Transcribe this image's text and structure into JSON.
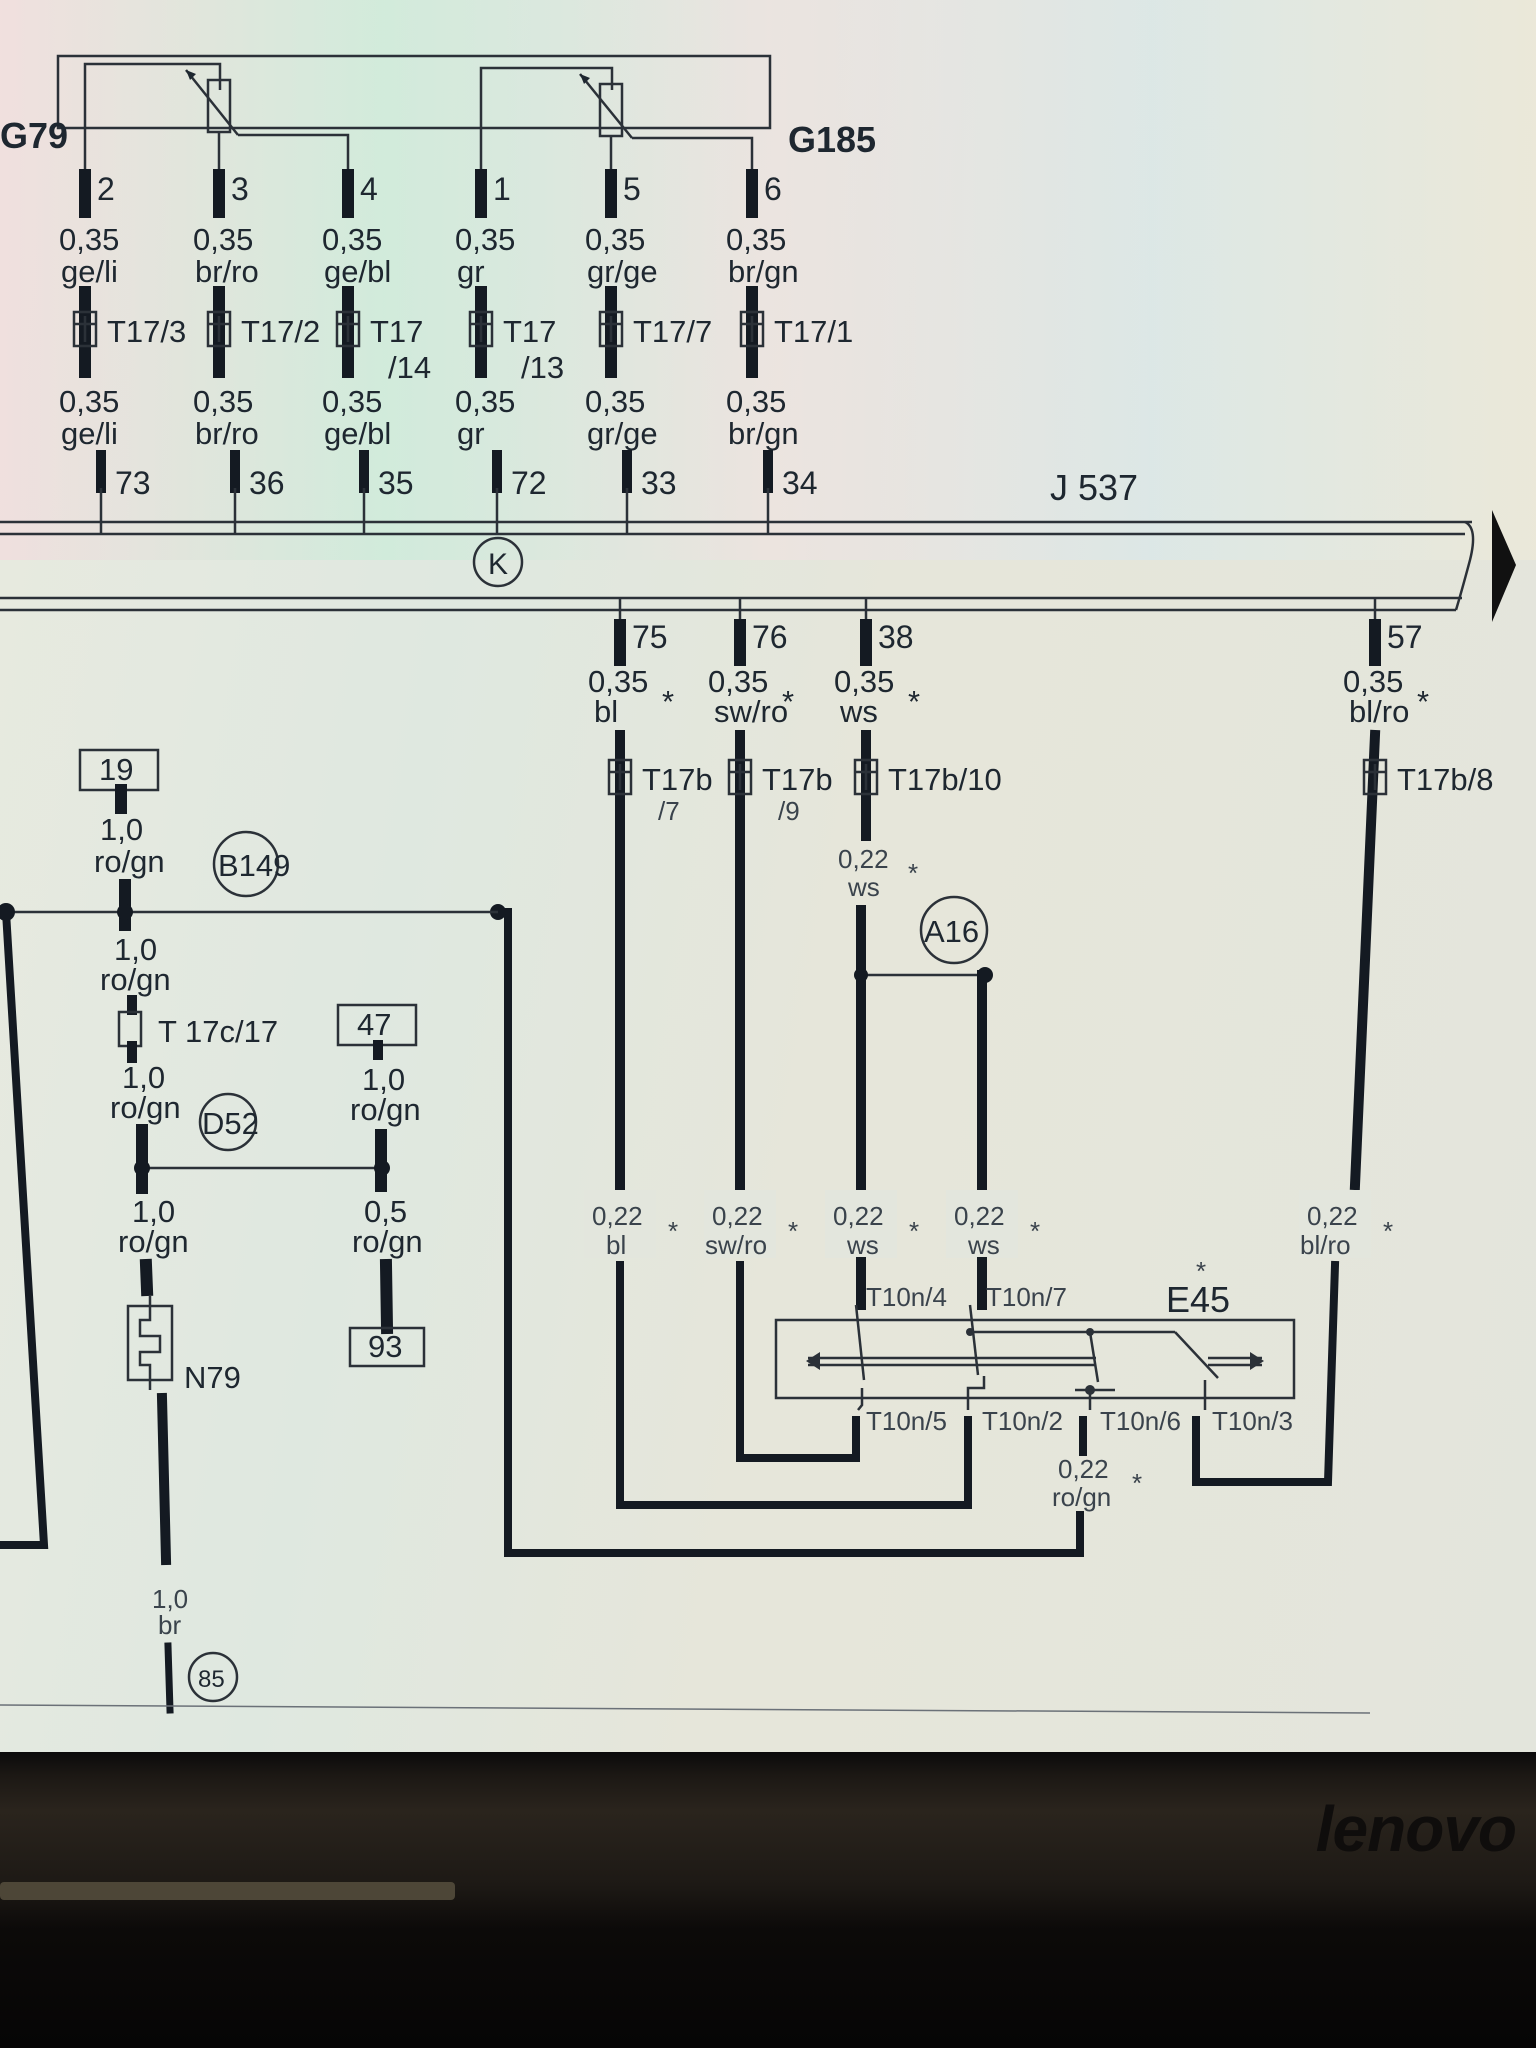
{
  "device": {
    "brand": "lenovo"
  },
  "diagram": {
    "components": {
      "sensor_left": "G79",
      "sensor_right": "G185",
      "control_unit": "J 537",
      "switch": "E45",
      "switch_star": "*",
      "heater": "N79",
      "ground_point": "85",
      "bus_symbol": "K"
    },
    "sensor_pins": [
      {
        "pin": "2",
        "size": "0,35",
        "color": "ge/li",
        "connector": "T17/3",
        "size2": "0,35",
        "color2": "ge/li",
        "ecu_pin": "73"
      },
      {
        "pin": "3",
        "size": "0,35",
        "color": "br/ro",
        "connector": "T17/2",
        "size2": "0,35",
        "color2": "br/ro",
        "ecu_pin": "36"
      },
      {
        "pin": "4",
        "size": "0,35",
        "color": "ge/bl",
        "connector": "T17",
        "connector_sub": "/14",
        "size2": "0,35",
        "color2": "ge/bl",
        "ecu_pin": "35"
      },
      {
        "pin": "1",
        "size": "0,35",
        "color": "gr",
        "connector": "T17",
        "connector_sub": "/13",
        "size2": "0,35",
        "color2": "gr",
        "ecu_pin": "72"
      },
      {
        "pin": "5",
        "size": "0,35",
        "color": "gr/ge",
        "connector": "T17/7",
        "size2": "0,35",
        "color2": "gr/ge",
        "ecu_pin": "33"
      },
      {
        "pin": "6",
        "size": "0,35",
        "color": "br/gn",
        "connector": "T17/1",
        "size2": "0,35",
        "color2": "br/gn",
        "ecu_pin": "34"
      }
    ],
    "ecu_outputs": [
      {
        "pin": "75",
        "size": "0,35",
        "color": "bl",
        "star": "*",
        "connector": "T17b",
        "connector_sub": "/7",
        "size2": "0,22",
        "color2": "bl"
      },
      {
        "pin": "76",
        "size": "0,35",
        "color": "sw/ro",
        "star": "*",
        "connector": "T17b",
        "connector_sub": "/9",
        "size2": "0,22",
        "color2": "sw/ro"
      },
      {
        "pin": "38",
        "size": "0,35",
        "color": "ws",
        "star": "*",
        "connector": "T17b/10",
        "size_mid": "0,22",
        "color_mid": "ws",
        "size2": "0,22",
        "color2": "ws"
      },
      {
        "pin": "57",
        "size": "0,35",
        "color": "bl/ro",
        "star": "*",
        "connector": "T17b/8",
        "size2": "0,22",
        "color2": "bl/ro"
      }
    ],
    "branch_ws": {
      "size": "0,22",
      "color": "ws",
      "star": "*"
    },
    "splice_a16": "A16",
    "switch_pins": [
      "T10n/4",
      "T10n/7",
      "T10n/5",
      "T10n/2",
      "T10n/6",
      "T10n/3"
    ],
    "switch_out": {
      "size": "0,22",
      "color": "ro/gn",
      "star": "*"
    },
    "power": {
      "fuse_19": "19",
      "fuse_47": "47",
      "ref_93": "93",
      "splice_b149": "B149",
      "splice_d52": "D52",
      "connector": "T 17c/17",
      "w1": {
        "size": "1,0",
        "color": "ro/gn"
      },
      "w2": {
        "size": "1,0",
        "color": "ro/gn"
      },
      "w3": {
        "size": "1,0",
        "color": "ro/gn"
      },
      "w4": {
        "size": "1,0",
        "color": "ro/gn"
      },
      "w47": {
        "size": "1,0",
        "color": "ro/gn"
      },
      "w93": {
        "size": "0,5",
        "color": "ro/gn"
      },
      "ground": {
        "size": "1,0",
        "color": "br"
      }
    }
  }
}
